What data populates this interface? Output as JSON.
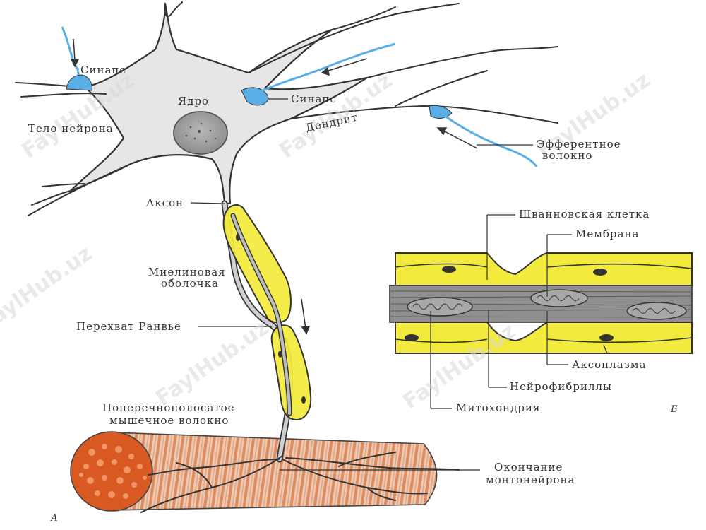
{
  "panels": {
    "a": "А",
    "b": "Б"
  },
  "watermark": "FaylHub.uz",
  "labels": {
    "synapse_left": "Синапс",
    "nucleus": "Ядро",
    "synapse_right": "Синапс",
    "cell_body": "Тело нейрона",
    "dendrite": "Дендрит",
    "efferent_line1": "Эфферентное",
    "efferent_line2": "волокно",
    "axon": "Аксон",
    "myelin_line1": "Миелиновая",
    "myelin_line2": "оболочка",
    "ranvier": "Перехват Ранвье",
    "muscle_line1": "Поперечнополосатое",
    "muscle_line2": "мышечное волокно",
    "ending_line1": "Окончание",
    "ending_line2": "монтонейрона",
    "schwann": "Шванновская клетка",
    "membrane": "Мембрана",
    "axoplasm": "Аксоплазма",
    "neurofibrils": "Нейрофибриллы",
    "mitochondria": "Митохондрия"
  },
  "colors": {
    "soma": "#e6e6e6",
    "nucleus": "#9a9a9a",
    "synapse": "#5aaee6",
    "myelin": "#f2ea3c",
    "axoplasm": "#8f8f8f",
    "muscle": "#e3793f",
    "outline": "#333333"
  }
}
